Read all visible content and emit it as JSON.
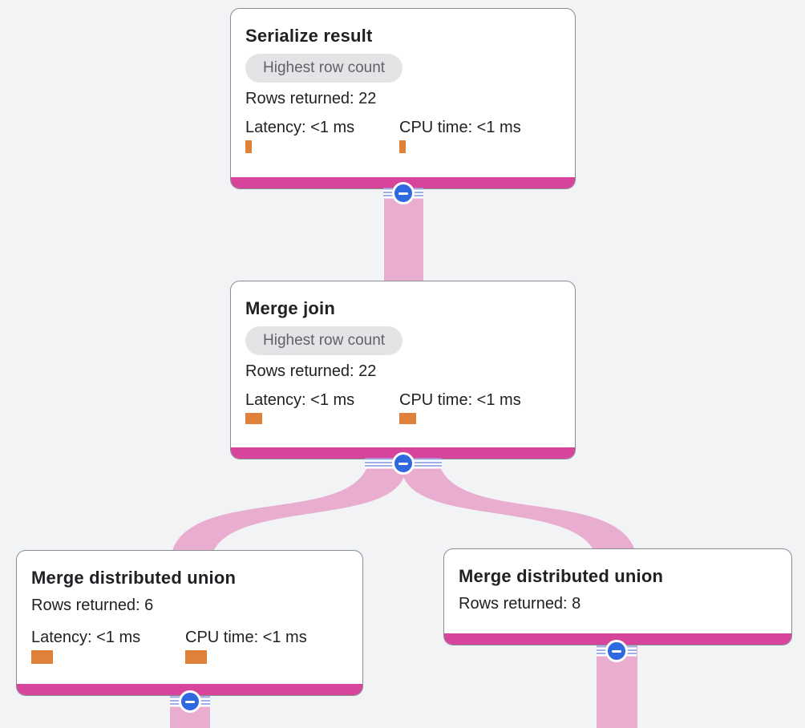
{
  "app": {
    "view": "query-execution-plan"
  },
  "colors": {
    "canvas_bg": "#f1f3f4",
    "edge_pink": "#e9add0",
    "node_accent_pink": "#d6449b",
    "metric_bar_orange": "#df8138",
    "collapse_blue": "#2f69e0",
    "port_stripe_blue": "#9db0e8",
    "badge_bg": "#e4e4e6",
    "badge_text": "#5f6368",
    "text_dark": "#202124",
    "card_border": "#898d93"
  },
  "nodes": [
    {
      "id": "serialize-result",
      "title": "Serialize result",
      "badge": "Highest row count",
      "rows": "Rows returned: 22",
      "latency": "Latency: <1 ms",
      "cpu": "CPU time: <1 ms",
      "latency_bar_style": "width:8px;height:16px",
      "cpu_bar_style": "width:8px;height:16px"
    },
    {
      "id": "merge-join",
      "title": "Merge join",
      "badge": "Highest row count",
      "rows": "Rows returned: 22",
      "latency": "Latency: <1 ms",
      "cpu": "CPU time: <1 ms",
      "latency_bar_style": "width:21px;height:14px",
      "cpu_bar_style": "width:21px;height:14px"
    },
    {
      "id": "merge-distributed-union-left",
      "title": "Merge distributed union",
      "rows": "Rows returned: 6",
      "latency": "Latency: <1 ms",
      "cpu": "CPU time: <1 ms",
      "latency_bar_style": "width:27px;height:17px",
      "cpu_bar_style": "width:27px;height:17px"
    },
    {
      "id": "merge-distributed-union-right",
      "title": "Merge distributed union",
      "rows": "Rows returned: 8"
    }
  ],
  "controls": {
    "collapse_symbol": "minus"
  }
}
